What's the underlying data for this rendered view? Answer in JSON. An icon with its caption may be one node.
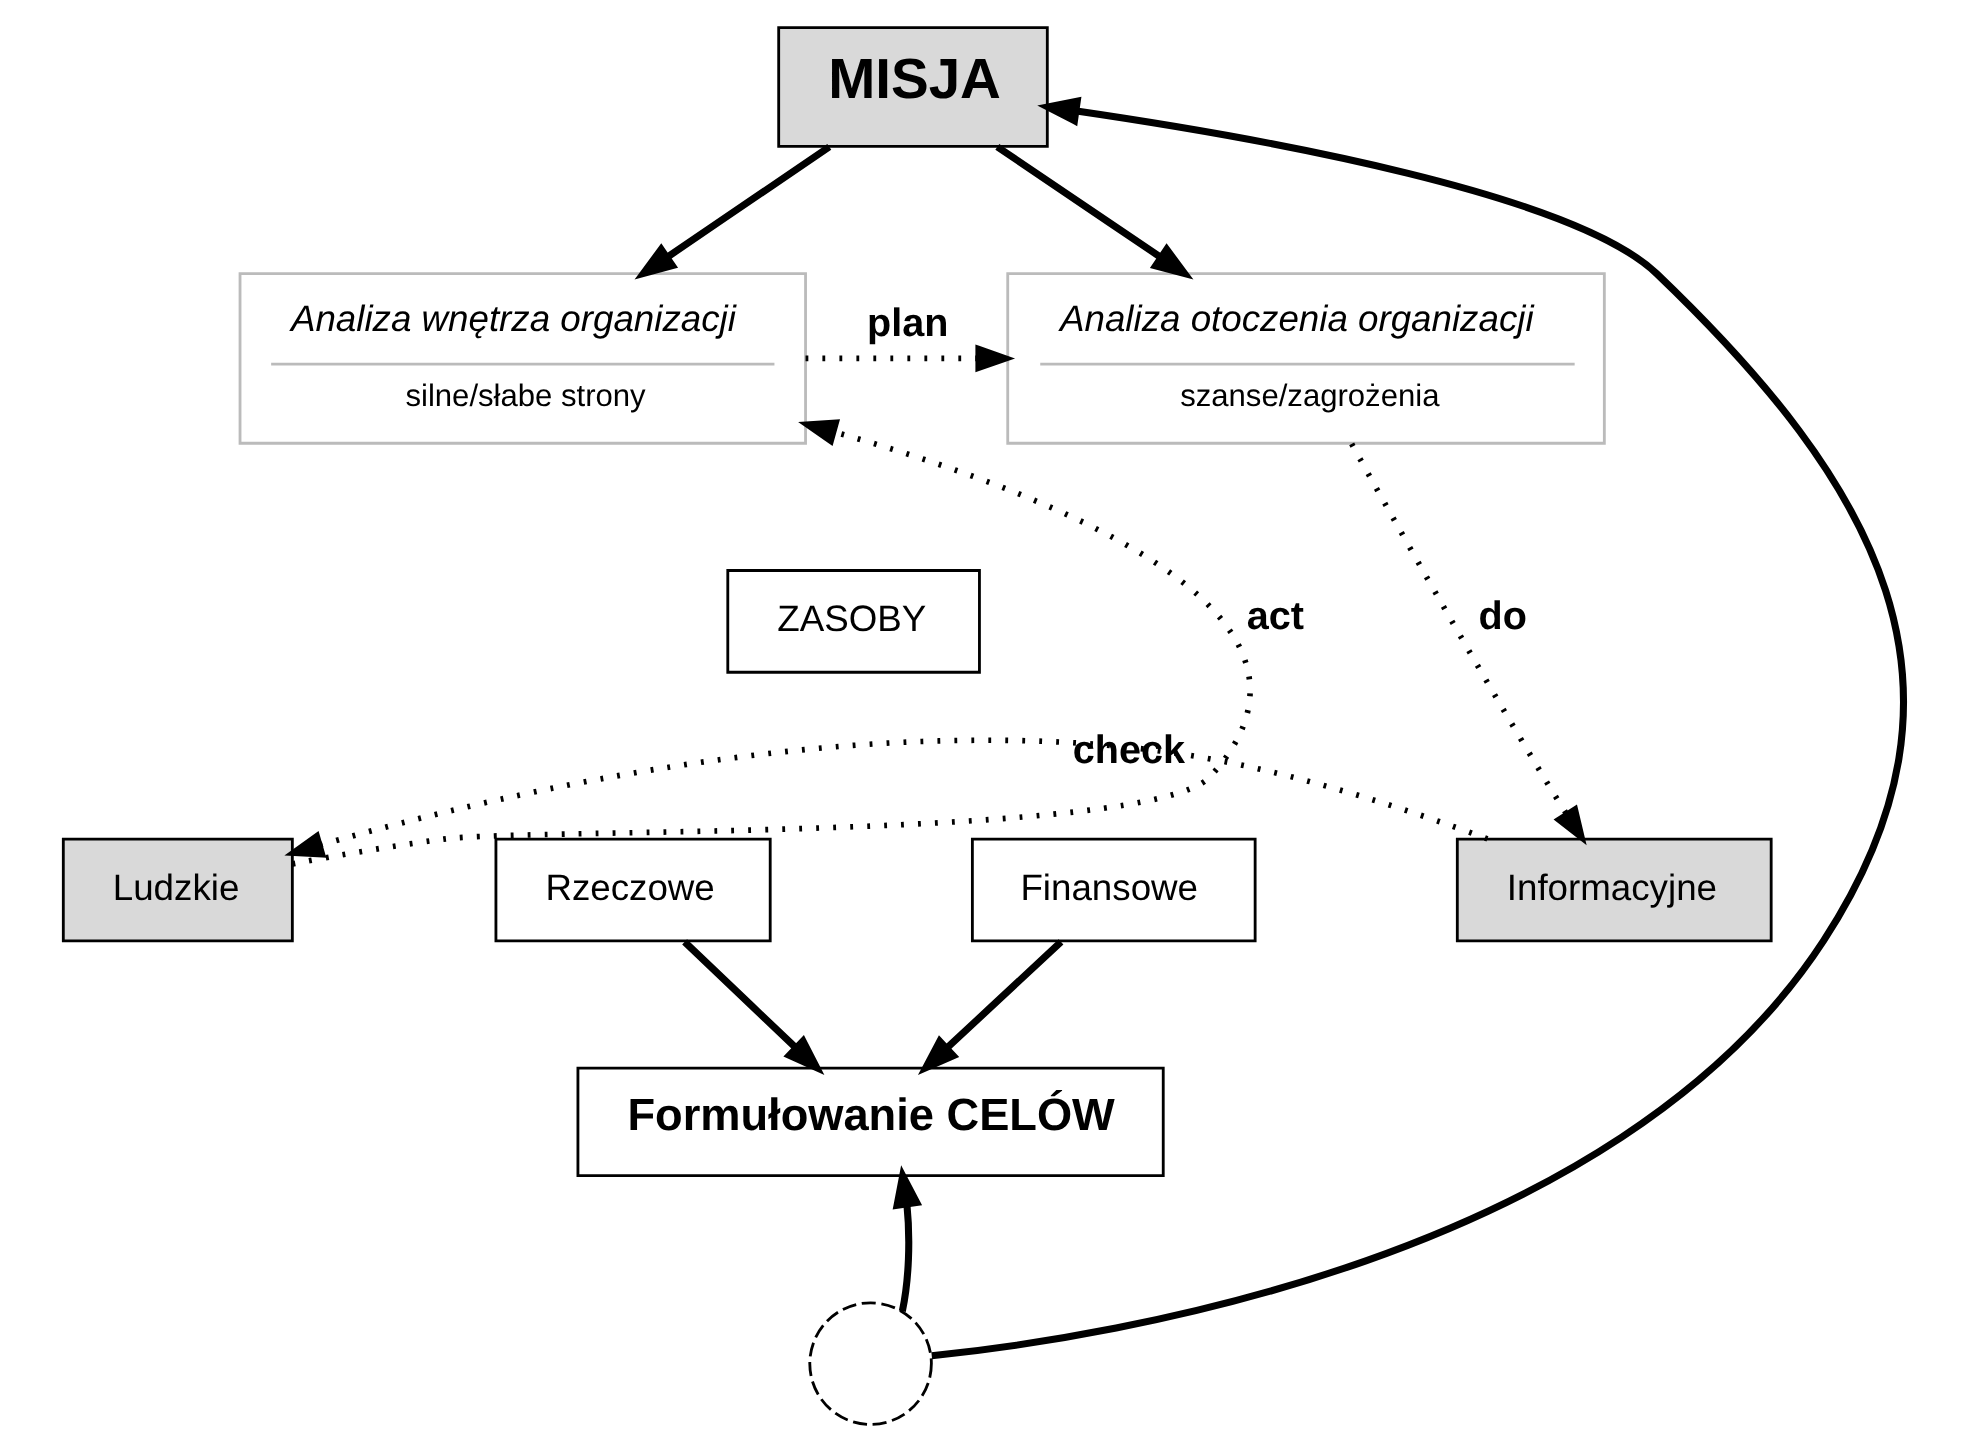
{
  "diagram": {
    "nodes": [
      {
        "text": [
          "MISJA"
        ]
      },
      {
        "text": [
          "Analiza wnętrza organizacji",
          "silne/słabe strony"
        ]
      },
      {
        "text": [
          "Analiza otoczenia organizacji",
          "szanse/zagrożenia"
        ]
      },
      {
        "text": [
          "ZASOBY"
        ]
      },
      {
        "text": [
          "Ludzkie"
        ]
      },
      {
        "text": [
          "Rzeczowe"
        ]
      },
      {
        "text": [
          "Finansowe"
        ]
      },
      {
        "text": [
          "Informacyjne"
        ]
      },
      {
        "text": [
          "Formułowanie CELÓW"
        ]
      },
      {
        "text": [],
        "shape": "circle"
      }
    ],
    "edges": [
      {
        "from": 0,
        "to": 1,
        "arrow": "to"
      },
      {
        "from": 0,
        "to": 2,
        "arrow": "to"
      },
      {
        "from": 1,
        "to": 2,
        "arrow": "to",
        "label": "plan",
        "style": "dashed"
      },
      {
        "from": 2,
        "to": 7,
        "arrow": "to",
        "label": "do",
        "style": "dashed"
      },
      {
        "from": 7,
        "to": 4,
        "arrow": "to",
        "label": "check",
        "style": "dashed"
      },
      {
        "from": 4,
        "to": 1,
        "arrow": "to",
        "label": "act",
        "style": "dashed"
      },
      {
        "from": 5,
        "to": 8,
        "arrow": "to"
      },
      {
        "from": 6,
        "to": 8,
        "arrow": "to"
      },
      {
        "from": 9,
        "to": 0,
        "arrow": "to"
      },
      {
        "from": 9,
        "to": 8,
        "arrow": "to"
      }
    ]
  }
}
